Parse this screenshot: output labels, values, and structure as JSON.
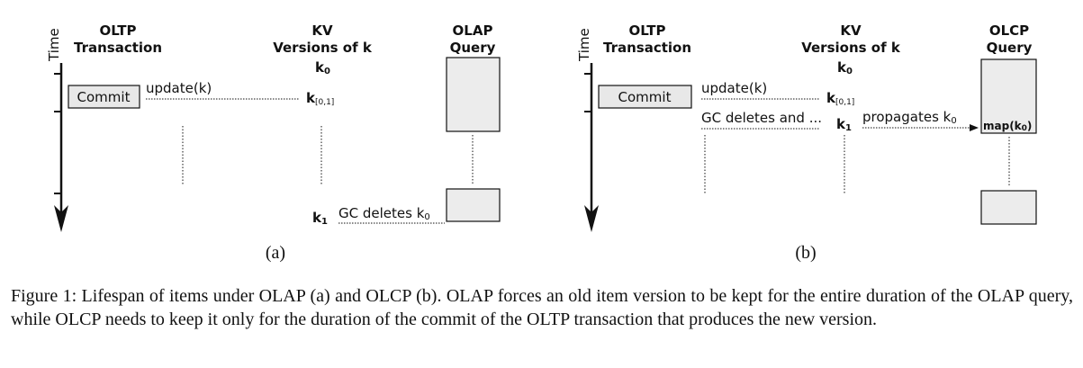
{
  "panel_a": {
    "time_label": "Time",
    "col_oltp": [
      "OLTP",
      "Transaction"
    ],
    "col_kv": [
      "KV",
      "Versions of k"
    ],
    "col_q": [
      "OLAP",
      "Query"
    ],
    "k0": {
      "base": "k",
      "sub": "0"
    },
    "commit": "Commit",
    "update": "update(k)",
    "k01": {
      "base": "k",
      "sub": "[0,1]"
    },
    "k1": {
      "base": "k",
      "sub": "1"
    },
    "gc_deletes": {
      "text": "GC deletes k",
      "sub": "0"
    },
    "label": "(a)"
  },
  "panel_b": {
    "time_label": "Time",
    "col_oltp": [
      "OLTP",
      "Transaction"
    ],
    "col_kv": [
      "KV",
      "Versions of k"
    ],
    "col_q": [
      "OLCP",
      "Query"
    ],
    "k0": {
      "base": "k",
      "sub": "0"
    },
    "commit": "Commit",
    "update": "update(k)",
    "gc_and": "GC deletes and ...",
    "k01": {
      "base": "k",
      "sub": "[0,1]"
    },
    "k1": {
      "base": "k",
      "sub": "1"
    },
    "propagates": {
      "text": "propagates k",
      "sub": "0"
    },
    "map": {
      "text": "map(k",
      "sub": "0",
      "close": ")"
    },
    "label": "(b)"
  },
  "caption": "Figure 1: Lifespan of items under OLAP (a) and OLCP (b). OLAP forces an old item version to be kept for the entire duration of the OLAP query, while OLCP needs to keep it only for the duration of the commit of the OLTP transaction that produces the new version."
}
